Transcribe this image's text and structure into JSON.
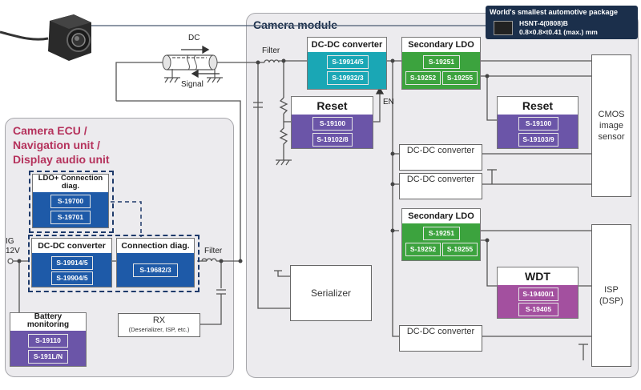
{
  "colors": {
    "teal": "#1aa7b5",
    "green": "#3ca33e",
    "purple": "#6b55a8",
    "blue": "#1e5aa8",
    "magenta": "#a3509f",
    "panel_fill": "#ecebee",
    "ecu_title": "#b5325c",
    "cam_title": "#1b2f4b"
  },
  "camera_module": {
    "title": "Camera module",
    "package": {
      "title": "World's smallest automotive package",
      "part": "HSNT-4(0808)B",
      "size": "0.8×0.8×t0.41 (max.) mm"
    },
    "filter_label": "Filter",
    "en_label": "EN",
    "dcdc_main": {
      "title": "DC-DC converter",
      "chips": [
        "S-19914/5",
        "S-19932/3"
      ]
    },
    "sec_ldo_1": {
      "title": "Secondary LDO",
      "chips": [
        "S-19251",
        "S-19252",
        "S-19255"
      ]
    },
    "sec_ldo_2": {
      "title": "Secondary LDO",
      "chips": [
        "S-19251",
        "S-19252",
        "S-19255"
      ]
    },
    "reset_1": {
      "title": "Reset",
      "chips": [
        "S-19100",
        "S-19102/8"
      ]
    },
    "reset_2": {
      "title": "Reset",
      "chips": [
        "S-19100",
        "S-19103/9"
      ]
    },
    "wdt": {
      "title": "WDT",
      "chips": [
        "S-19400/1",
        "S-19405"
      ]
    },
    "dcdc_boxes": [
      "DC-DC converter",
      "DC-DC converter",
      "DC-DC converter"
    ],
    "serializer": "Serializer",
    "cmos": "CMOS image sensor",
    "isp": "ISP (DSP)"
  },
  "cable": {
    "dc_label": "DC",
    "signal_label": "Signal"
  },
  "ecu": {
    "title_lines": [
      "Camera ECU /",
      "Navigation unit /",
      "Display audio unit"
    ],
    "ldo": {
      "title": "LDO+ Connection diag.",
      "chips": [
        "S-19700",
        "S-19701"
      ]
    },
    "dcdc": {
      "title": "DC-DC converter",
      "chips": [
        "S-19914/5",
        "S-19904/5"
      ]
    },
    "conn_diag": {
      "title": "Connection diag.",
      "chips": [
        "S-19682/3"
      ]
    },
    "battery": {
      "title": "Battery monitoring",
      "chips": [
        "S-19110",
        "S-191L/N"
      ]
    },
    "ig_label": "IG 12V",
    "filter_label": "Filter",
    "rx": {
      "title": "RX",
      "subtitle": "(Deserializer, ISP, etc.)"
    }
  }
}
